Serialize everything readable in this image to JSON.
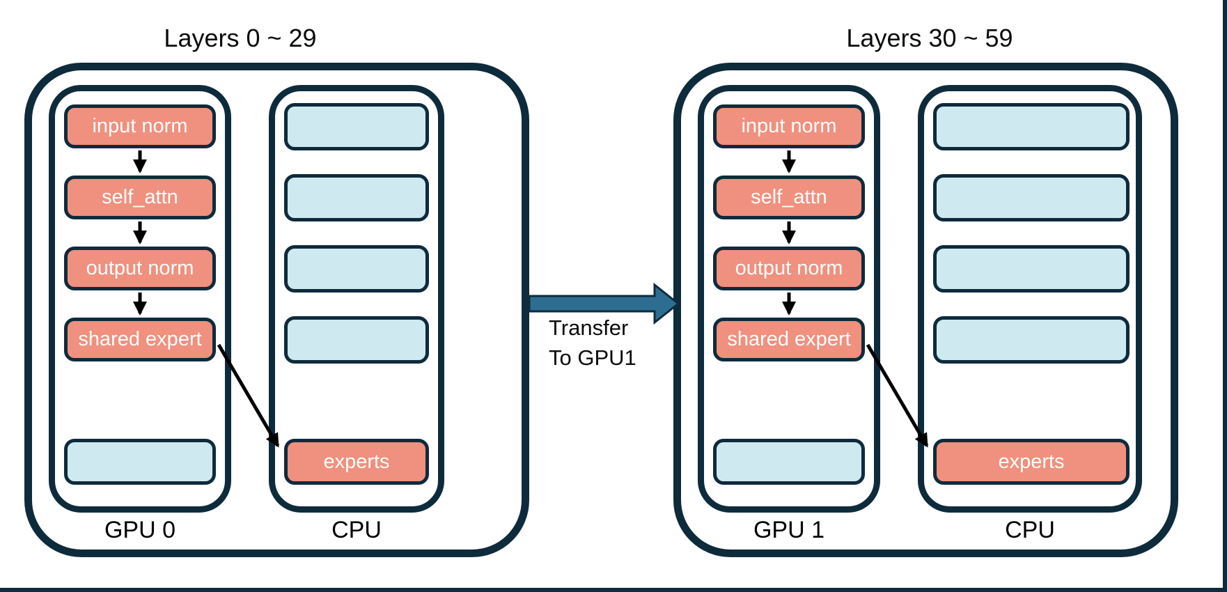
{
  "diagram": {
    "groups": [
      {
        "title": "Layers 0 ~ 29",
        "gpu": {
          "label": "GPU 0",
          "boxes": [
            {
              "label": "input norm"
            },
            {
              "label": "self_attn"
            },
            {
              "label": "output norm"
            },
            {
              "label": "shared expert"
            },
            {
              "label": ""
            }
          ]
        },
        "cpu": {
          "label": "CPU",
          "boxes": [
            {
              "label": ""
            },
            {
              "label": ""
            },
            {
              "label": ""
            },
            {
              "label": ""
            },
            {
              "label": "experts"
            }
          ]
        }
      },
      {
        "title": "Layers 30 ~ 59",
        "gpu": {
          "label": "GPU 1",
          "boxes": [
            {
              "label": "input norm"
            },
            {
              "label": "self_attn"
            },
            {
              "label": "output norm"
            },
            {
              "label": "shared expert"
            },
            {
              "label": ""
            }
          ]
        },
        "cpu": {
          "label": "CPU",
          "boxes": [
            {
              "label": ""
            },
            {
              "label": ""
            },
            {
              "label": ""
            },
            {
              "label": ""
            },
            {
              "label": "experts"
            }
          ]
        }
      }
    ],
    "transfer": {
      "line1": "Transfer",
      "line2": "To GPU1"
    },
    "colors": {
      "node_active": "#f0907e",
      "node_idle": "#cfe9f0",
      "outline": "#0e2b3c",
      "transfer_arrow": "#2d6e90",
      "flow_arrow": "#000000"
    }
  }
}
